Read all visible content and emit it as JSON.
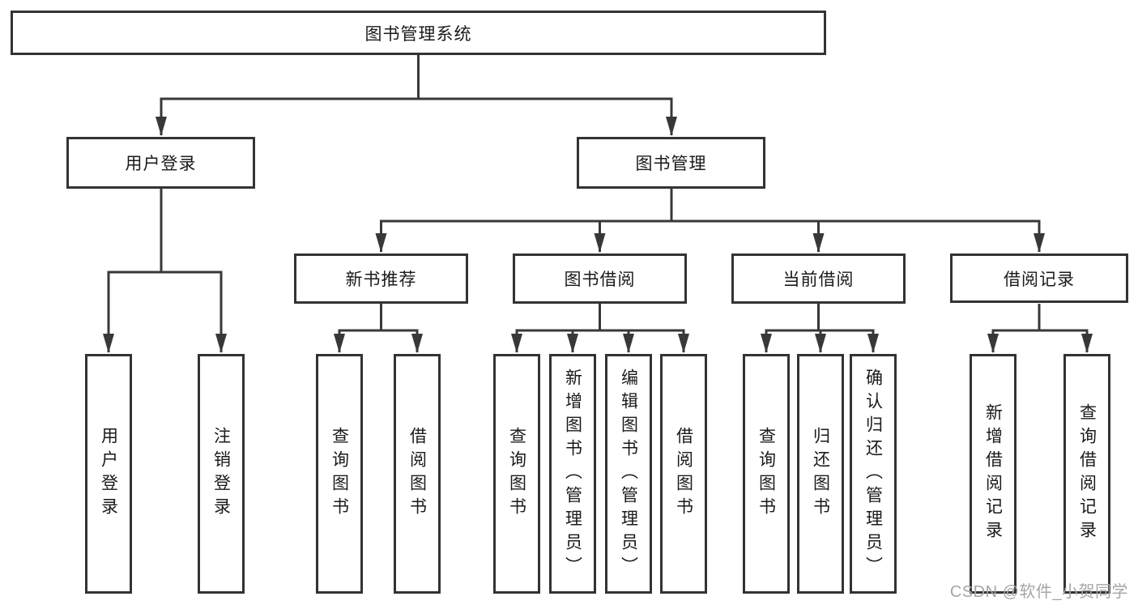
{
  "diagram": {
    "type": "hierarchy-tree",
    "watermark": "CSDN @软件_小贺同学",
    "colors": {
      "line": "#383838",
      "box_border": "#333333",
      "text": "#1a1a1a",
      "watermark": "#a6a6a6",
      "background": "#ffffff"
    }
  },
  "tree": {
    "label": "图书管理系统",
    "children": [
      {
        "label": "用户登录",
        "children": [
          {
            "label": "用户登录"
          },
          {
            "label": "注销登录"
          }
        ]
      },
      {
        "label": "图书管理",
        "children": [
          {
            "label": "新书推荐",
            "children": [
              {
                "label": "查询图书"
              },
              {
                "label": "借阅图书"
              }
            ]
          },
          {
            "label": "图书借阅",
            "children": [
              {
                "label": "查询图书"
              },
              {
                "label": "新增图书（管理员）"
              },
              {
                "label": "编辑图书（管理员）"
              },
              {
                "label": "借阅图书"
              }
            ]
          },
          {
            "label": "当前借阅",
            "children": [
              {
                "label": "查询图书"
              },
              {
                "label": "归还图书"
              },
              {
                "label": "确认归还（管理员）"
              }
            ]
          },
          {
            "label": "借阅记录",
            "children": [
              {
                "label": "新增借阅记录"
              },
              {
                "label": "查询借阅记录"
              }
            ]
          }
        ]
      }
    ]
  }
}
